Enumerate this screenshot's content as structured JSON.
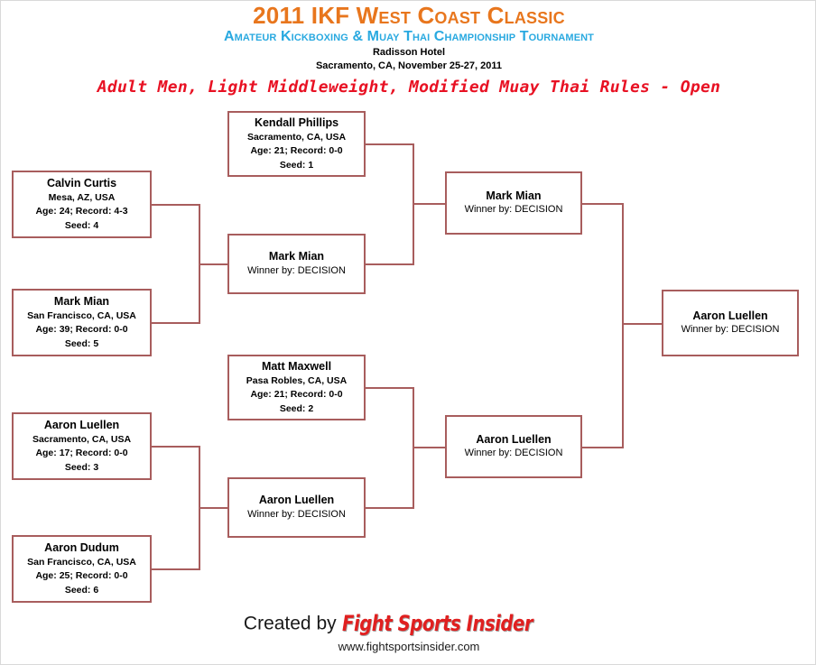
{
  "header": {
    "title": "2011 IKF West Coast Classic",
    "subtitle": "Amateur Kickboxing & Muay Thai Championship Tournament",
    "venue": "Radisson Hotel",
    "location_date": "Sacramento, CA, November 25-27, 2011",
    "division": "Adult Men, Light Middleweight, Modified Muay Thai Rules - Open",
    "colors": {
      "title": "#e8761d",
      "subtitle": "#29a9e0",
      "division": "#e81123",
      "bracket_line": "#a85d5d"
    }
  },
  "bracket": {
    "competitors": [
      {
        "name": "Calvin  Curtis",
        "hometown": "Mesa, AZ, USA",
        "age_record": "Age: 24; Record: 4-3",
        "seed": "Seed: 4"
      },
      {
        "name": "Mark  Mian",
        "hometown": "San Francisco, CA, USA",
        "age_record": "Age: 39; Record: 0-0",
        "seed": "Seed: 5"
      },
      {
        "name": "Aaron  Luellen",
        "hometown": "Sacramento, CA, USA",
        "age_record": "Age: 17; Record: 0-0",
        "seed": "Seed: 3"
      },
      {
        "name": "Aaron  Dudum",
        "hometown": "San Francisco, CA, USA",
        "age_record": "Age: 25; Record: 0-0",
        "seed": "Seed: 6"
      },
      {
        "name": "Kendall Phillips",
        "hometown": "Sacramento, CA, USA",
        "age_record": "Age: 21; Record: 0-0",
        "seed": "Seed: 1"
      },
      {
        "name": "Matt Maxwell",
        "hometown": "Pasa Robles, CA, USA",
        "age_record": "Age: 21; Record: 0-0",
        "seed": "Seed: 2"
      }
    ],
    "results": [
      {
        "name": "Mark  Mian",
        "outcome": "Winner by: DECISION"
      },
      {
        "name": "Aaron  Luellen",
        "outcome": "Winner by: DECISION"
      },
      {
        "name": "Mark  Mian",
        "outcome": "Winner by: DECISION"
      },
      {
        "name": "Aaron  Luellen",
        "outcome": "Winner by: DECISION"
      },
      {
        "name": "Aaron  Luellen",
        "outcome": "Winner by: DECISION"
      }
    ]
  },
  "footer": {
    "credit_label": "Created by",
    "credit_logo": "Fight Sports Insider",
    "url": "www.fightsportsinsider.com"
  }
}
